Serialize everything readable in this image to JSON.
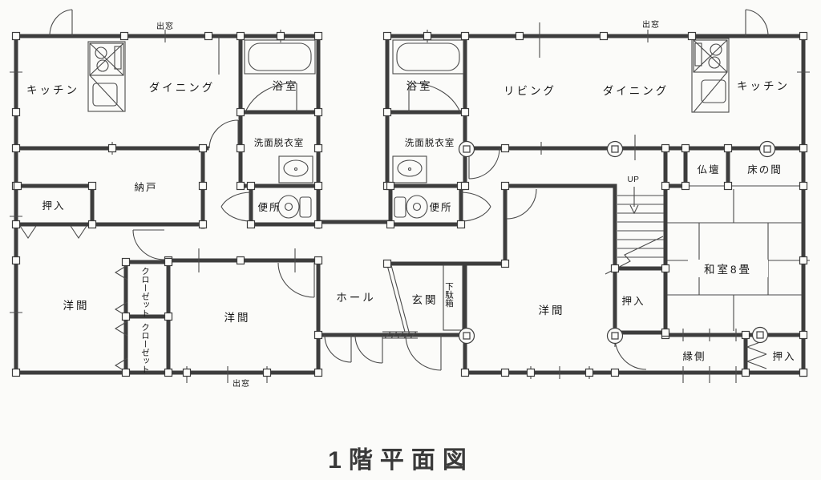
{
  "title": "1階平面図",
  "plan": {
    "rooms": {
      "kitchen_left": "キッチン",
      "dining_left": "ダイニング",
      "bathroom_left": "浴室",
      "washroom_left": "洗面脱衣室",
      "toilet_left": "便所",
      "storage_room": "納戸",
      "oshiire_storage_area": "押入",
      "western_room_southwest": "洋間",
      "closet_upper": "クローゼット",
      "closet_lower": "クローゼット",
      "western_room_south": "洋間",
      "hall": "ホール",
      "entrance": "玄関",
      "shoe_cabinet": "下駄箱",
      "living": "リビング",
      "dining_right": "ダイニング",
      "kitchen_right": "キッチン",
      "bathroom_right": "浴室",
      "washroom_right": "洗面脱衣室",
      "toilet_right": "便所",
      "buddhist_altar": "仏壇",
      "tokonoma_alcove": "床の間",
      "japanese_room": "和室8畳",
      "oshiire_under_stairs": "押入",
      "western_room_southeast": "洋間",
      "veranda": "縁側",
      "oshiire_southeast": "押入"
    },
    "annotations": {
      "stairs_up": "UP",
      "bay_window_top_left": "出窓",
      "bay_window_top_right": "出窓",
      "bay_window_bottom": "出窓"
    }
  },
  "colors": {
    "wall": "#3d3d3d",
    "line": "#4a4a4a",
    "paper": "#fbfbf9"
  }
}
